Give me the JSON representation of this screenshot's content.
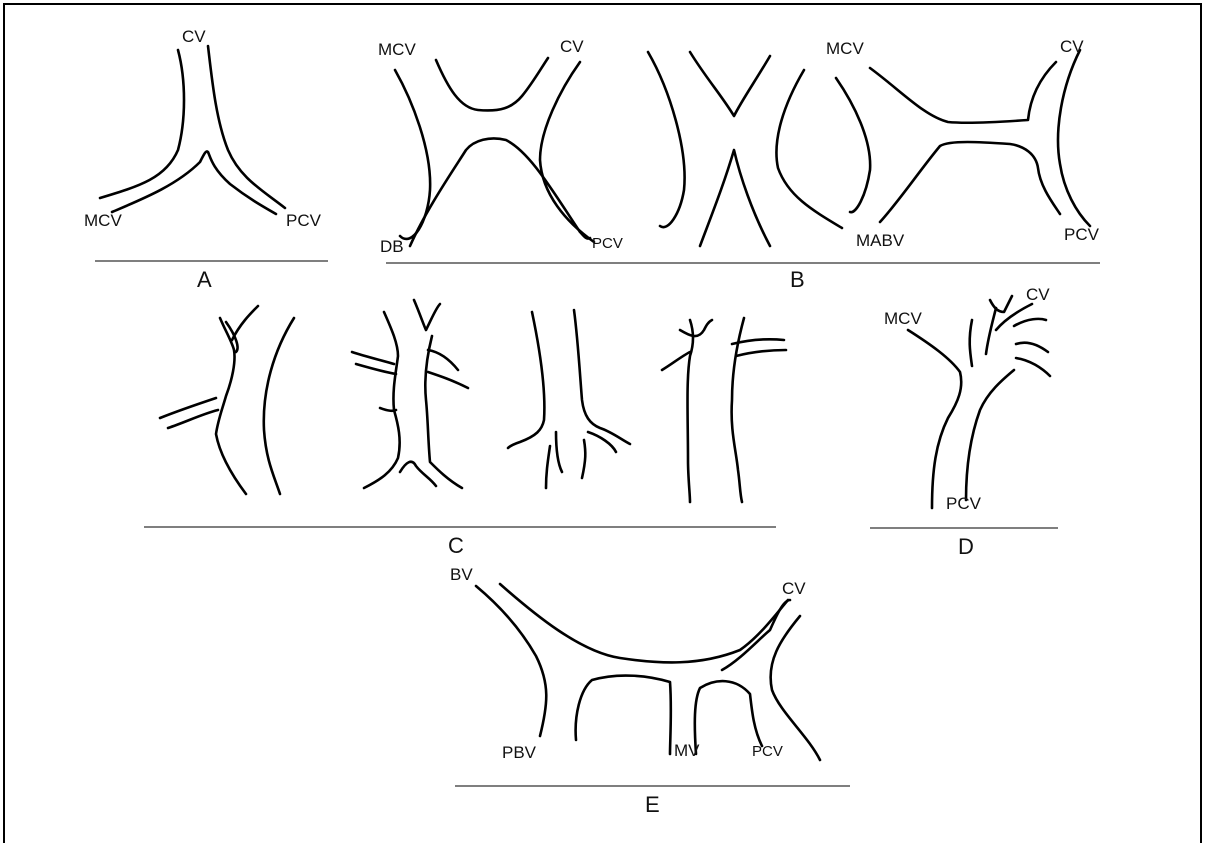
{
  "figure": {
    "panels": [
      {
        "id": "A",
        "letter": "A",
        "labels": {
          "top": "CV",
          "bottom_left": "MCV",
          "bottom_right": "PCV"
        }
      },
      {
        "id": "B",
        "letter": "B",
        "labels": {
          "left_top_left": "MCV",
          "left_top_right": "CV",
          "left_bottom_left": "DB",
          "left_bottom_right": "PCV",
          "right_top_left": "MCV",
          "right_top_right": "CV",
          "right_bottom_left": "MABV",
          "right_bottom_right": "PCV"
        }
      },
      {
        "id": "C",
        "letter": "C",
        "labels": {}
      },
      {
        "id": "D",
        "letter": "D",
        "labels": {
          "top_left": "MCV",
          "top_right": "CV",
          "bottom": "PCV"
        }
      },
      {
        "id": "E",
        "letter": "E",
        "labels": {
          "top_left": "BV",
          "top_right": "CV",
          "bottom_left": "PBV",
          "bottom_middle": "MV",
          "bottom_right": "PCV"
        }
      }
    ]
  }
}
